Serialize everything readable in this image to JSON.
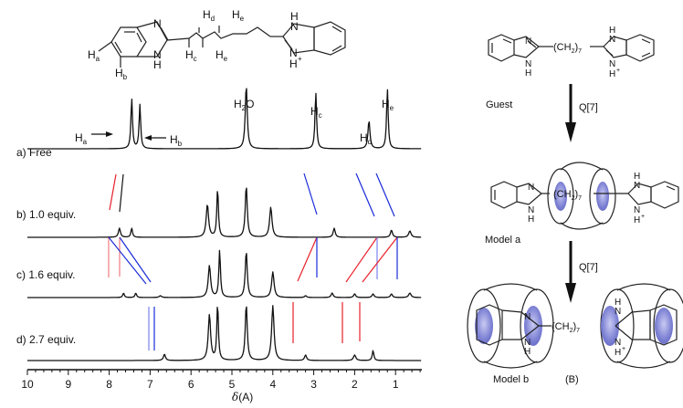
{
  "top_structure": {
    "labels": {
      "ha": "H",
      "ha_sub": "a",
      "hb": "H",
      "hb_sub": "b",
      "hc": "H",
      "hc_sub": "c",
      "hd": "H",
      "hd_sub": "d",
      "he1": "H",
      "he1_sub": "e",
      "he2": "H",
      "he2_sub": "e",
      "n1": "N",
      "nh1_n": "N",
      "nh1_h": "H",
      "nh2_h": "H",
      "nh2_n": "N",
      "n3": "N",
      "n3_h": "H",
      "n3_plus": "+"
    }
  },
  "spectra": {
    "axis_title": "δ (A)",
    "axis_delta": "δ",
    "axis_unit": "(A)",
    "ticks": [
      "10",
      "9",
      "8",
      "7",
      "6",
      "5",
      "4",
      "3",
      "2",
      "1"
    ],
    "peak_labels": {
      "h2o": "H",
      "h2o_sub": "2",
      "h2o_o": "O",
      "hc": "H",
      "hc_sub": "c",
      "hd": "H",
      "hd_sub": "d",
      "he": "H",
      "he_sub": "e",
      "ha": "H",
      "ha_sub": "a",
      "hb": "H",
      "hb_sub": "b"
    },
    "traces": [
      {
        "id": "a",
        "label": "a)  Free"
      },
      {
        "id": "b",
        "label": "b) 1.0 equiv."
      },
      {
        "id": "c",
        "label": "c) 1.6 equiv."
      },
      {
        "id": "d",
        "label": "d) 2.7 equiv."
      }
    ],
    "colors": {
      "red": "#e8202a",
      "blue": "#1a2bd8",
      "light_red": "#f07a80",
      "light_blue": "#7a83ee"
    }
  },
  "scheme": {
    "guest_label": "Guest",
    "model_a_label": "Model a",
    "model_b_label": "Model b",
    "panel_label": "(B)",
    "q7_1": "Q[7]",
    "q7_2": "Q[7]",
    "chain": "(CH",
    "chain_sub2": "2",
    "chain_end": ")",
    "chain_sub7": "7",
    "atoms": {
      "N": "N",
      "H": "H",
      "plus": "+"
    },
    "cavity_color": "#7b7fd0"
  }
}
